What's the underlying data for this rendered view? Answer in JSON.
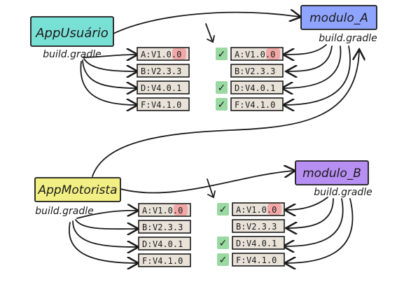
{
  "colors": {
    "ink": "#1b1b1b",
    "tag_bg": "#e8e2d8",
    "check_bg": "#9ad9a2",
    "version_highlight": "#f2a2a2",
    "app_usuario_fill": "#79e0d6",
    "app_motorista_fill": "#f2ef84",
    "module_a_fill": "#8fa4ff",
    "module_b_fill": "#b78ef2"
  },
  "nodes": {
    "app_usuario": {
      "label": "AppUsuário",
      "sublabel": "build.gradle"
    },
    "module_a": {
      "label": "modulo_A",
      "sublabel": "build.gradle"
    },
    "app_motorista": {
      "label": "AppMotorista",
      "sublabel": "build.gradle"
    },
    "module_b": {
      "label": "modulo_B",
      "sublabel": "build.gradle"
    }
  },
  "dependency_lists": {
    "top_left": [
      {
        "prefix": "A:",
        "version": "V1.0.0",
        "version_highlight": true,
        "checked": false
      },
      {
        "prefix": "B:",
        "version": "V2.3.3",
        "version_highlight": false,
        "checked": false
      },
      {
        "prefix": "D:",
        "version": "V4.0.1",
        "version_highlight": false,
        "checked": false
      },
      {
        "prefix": "F:",
        "version": "V4.1.0",
        "version_highlight": false,
        "checked": false
      }
    ],
    "top_right": [
      {
        "prefix": "A:",
        "version": "V1.0.0",
        "version_highlight": true,
        "checked": true
      },
      {
        "prefix": "B:",
        "version": "V2.3.3",
        "version_highlight": false,
        "checked": false
      },
      {
        "prefix": "D:",
        "version": "V4.0.1",
        "version_highlight": false,
        "checked": true
      },
      {
        "prefix": "F:",
        "version": "V4.1.0",
        "version_highlight": false,
        "checked": true
      }
    ],
    "bottom_left": [
      {
        "prefix": "A:",
        "version": "V1.0.0",
        "version_highlight": true,
        "checked": false
      },
      {
        "prefix": "B:",
        "version": "V2.3.3",
        "version_highlight": false,
        "checked": false
      },
      {
        "prefix": "D:",
        "version": "V4.0.1",
        "version_highlight": false,
        "checked": false
      },
      {
        "prefix": "F:",
        "version": "V4.1.0",
        "version_highlight": false,
        "checked": false
      }
    ],
    "bottom_right": [
      {
        "prefix": "A:",
        "version": "V1.0.0",
        "version_highlight": true,
        "checked": true
      },
      {
        "prefix": "B:",
        "version": "V2.3.3",
        "version_highlight": false,
        "checked": false
      },
      {
        "prefix": "D:",
        "version": "V4.0.1",
        "version_highlight": false,
        "checked": true
      },
      {
        "prefix": "F:",
        "version": "V4.1.0",
        "version_highlight": false,
        "checked": true
      }
    ]
  },
  "check_glyph": "✓",
  "icons": {
    "merge_arrow": "down-arrow-icon"
  }
}
